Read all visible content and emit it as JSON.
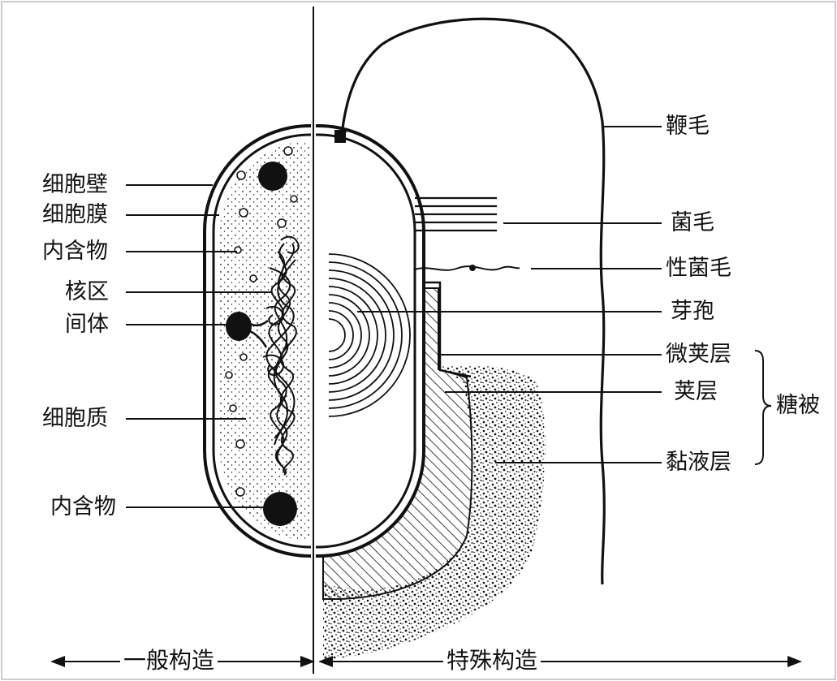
{
  "left_labels": [
    "细胞壁",
    "细胞膜",
    "内含物",
    "核区",
    "间体",
    "细胞质",
    "内含物"
  ],
  "right_labels": [
    "鞭毛",
    "菌毛",
    "性菌毛",
    "芽孢",
    "微荚层",
    "荚层",
    "黏液层"
  ],
  "group_label": "糖被",
  "bottom_labels": {
    "left": "一般构造",
    "right": "特殊构造"
  },
  "colors": {
    "ink": "#111111",
    "background": "#ffffff"
  }
}
